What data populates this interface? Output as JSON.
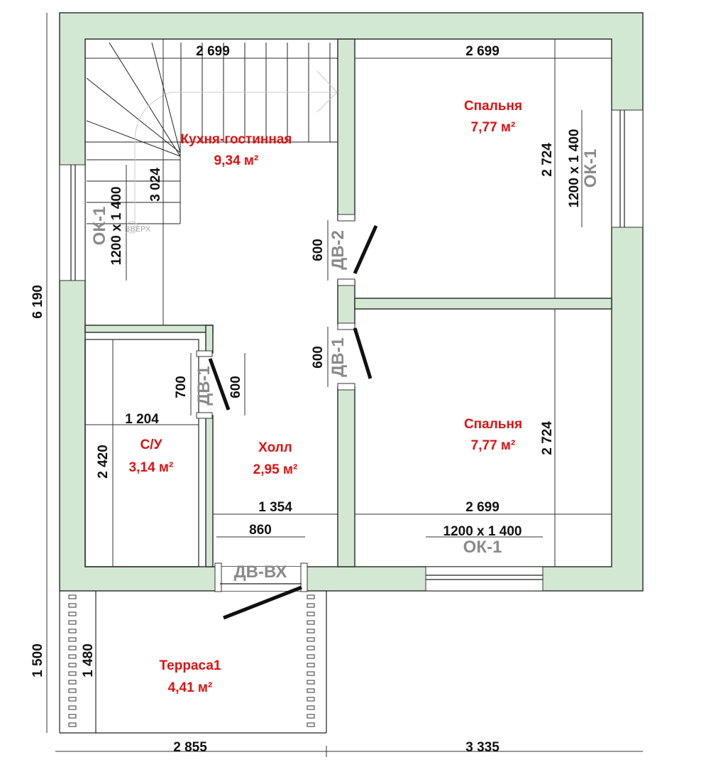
{
  "rooms": {
    "kitchen": {
      "name": "Кухня-гостинная",
      "area": "9,34 м²"
    },
    "bedroom_top": {
      "name": "Спальня",
      "area": "7,77 м²"
    },
    "bedroom_bottom": {
      "name": "Спальня",
      "area": "7,77 м²"
    },
    "bathroom": {
      "name": "С/У",
      "area": "3,14 м²"
    },
    "hall": {
      "name": "Холл",
      "area": "2,95 м²"
    },
    "terrace": {
      "name": "Терраса1",
      "area": "4,41 м²"
    }
  },
  "dimensions": {
    "top_left": "2 699",
    "top_right": "2 699",
    "bottom_right_inner": "2 699",
    "stair_height": "3 024",
    "bedroom_top_height": "2 724",
    "bedroom_bottom_height": "2 724",
    "bath_width": "1 204",
    "bath_height": "2 420",
    "hall_width": "1 354",
    "entry_door": "860",
    "total_height": "6 190",
    "terrace_outer": "1 500",
    "terrace_inner": "1 480",
    "bottom_left": "2 855",
    "bottom_right": "3 335",
    "door2_width": "600",
    "door1_width": "600",
    "bath_door_h": "700",
    "bath_door_w": "600"
  },
  "openings": {
    "window_left": {
      "mark": "ОК-1",
      "size": "1200 x 1 400"
    },
    "window_right": {
      "mark": "ОК-1",
      "size": "1200 x 1 400"
    },
    "window_bottom": {
      "mark": "ОК-1",
      "size": "1200 x 1 400"
    },
    "door_dv2": "ДВ-2",
    "door_dv1": "ДВ-1",
    "door_bath": "ДВ-1",
    "door_entry": "ДВ-ВХ"
  },
  "stairs": {
    "label": "ВВЕРХ"
  },
  "colors": {
    "wall": "#d3e8d2",
    "room_label": "#e01010",
    "mark": "#8a8a8a"
  }
}
